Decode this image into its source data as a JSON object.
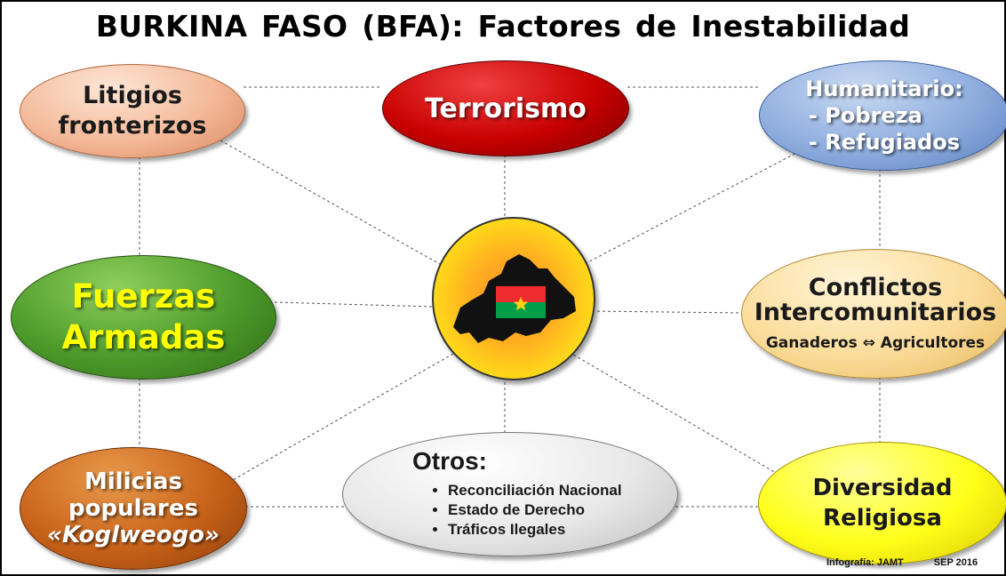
{
  "title": "BURKINA FASO (BFA): Factores  de  Inestabilidad",
  "nodes": {
    "litigios": {
      "line1": "Litigios",
      "line2": "fronterizos"
    },
    "terrorismo": {
      "label": "Terrorismo"
    },
    "humanitario": {
      "heading": "Humanitario:",
      "items": [
        "-  Pobreza",
        "-  Refugiados"
      ]
    },
    "fuerzas": {
      "line1": "Fuerzas",
      "line2": "Armadas"
    },
    "conflictos": {
      "line1": "Conflictos",
      "line2": "Intercomunitarios",
      "line3": "Ganaderos ⇔ Agricultores"
    },
    "milicias": {
      "line1": "Milicias",
      "line2": "populares",
      "line3": "«Koglweogo»"
    },
    "otros": {
      "heading": "Otros:",
      "items": [
        "Reconciliación Nacional",
        "Estado de Derecho",
        "Tráficos Ilegales"
      ]
    },
    "diversidad": {
      "line1": "Diversidad",
      "line2": "Religiosa"
    }
  },
  "center": {
    "icon": "burkina-faso-map-with-flag",
    "flag_colors": {
      "top": "#ef2b2d",
      "bottom": "#009e49",
      "star": "#fcd116"
    }
  },
  "credit": {
    "author": "Infografía: JAMT",
    "date": "SEP 2016"
  }
}
